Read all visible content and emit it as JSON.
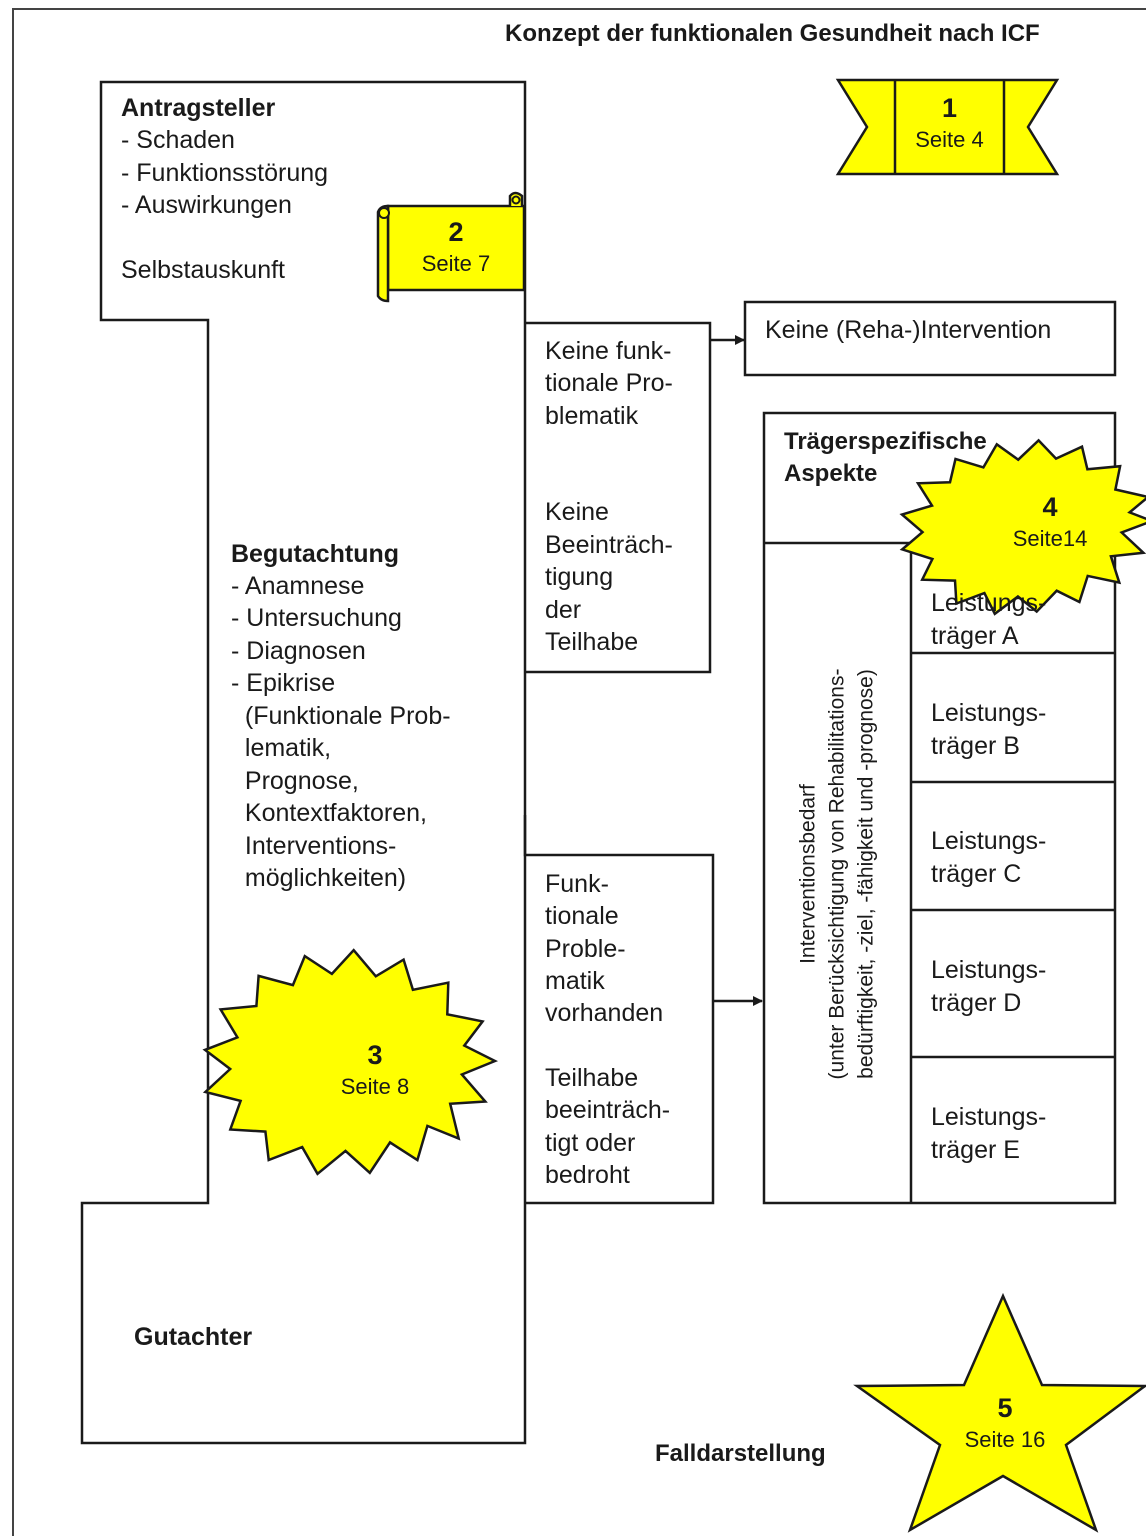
{
  "title": "Konzept der funktionalen Gesundheit nach ICF",
  "antragsteller": {
    "heading": "Antragsteller",
    "lines": [
      "- Schaden",
      "- Funktionsstörung",
      "- Auswirkungen"
    ],
    "selbstauskunft": "Selbstauskunft"
  },
  "begutachtung": {
    "heading": "Begutachtung",
    "lines": [
      "- Anamnese",
      "- Untersuchung",
      "- Diagnosen",
      "- Epikrise",
      "  (Funktionale Prob-",
      "  lematik,",
      "  Prognose,",
      "  Kontextfaktoren,",
      "  Interventions-",
      "  möglichkeiten)"
    ]
  },
  "gutachter": "Gutachter",
  "keine_box": [
    "Keine funk-",
    "tionale Pro-",
    "blematik",
    "",
    "",
    "Keine",
    "Beeinträch-",
    "tigung",
    "der",
    "Teilhabe"
  ],
  "keine_intervention": "Keine (Reha-)Intervention",
  "funktionale_box": [
    "Funk-",
    "tionale",
    "Proble-",
    "matik",
    "vorhanden",
    "",
    "Teilhabe",
    "beeinträch-",
    "tigt oder",
    "bedroht"
  ],
  "traeger_heading": [
    "Trägerspezifische",
    "Aspekte"
  ],
  "interventionsbedarf": [
    "Interventionsbedarf",
    "(unter Berücksichtigung von Rehabilitations-",
    "bedürftigkeit, -ziel, -fähigkeit und -prognose)"
  ],
  "leistungstraeger": [
    [
      "Leistungs-",
      "träger A"
    ],
    [
      "Leistungs-",
      "träger B"
    ],
    [
      "Leistungs-",
      "träger C"
    ],
    [
      "Leistungs-",
      "träger D"
    ],
    [
      "Leistungs-",
      "träger E"
    ]
  ],
  "falldarstellung": "Falldarstellung",
  "badges": [
    {
      "number": "1",
      "page": "Seite 4"
    },
    {
      "number": "2",
      "page": "Seite 7"
    },
    {
      "number": "3",
      "page": "Seite 8"
    },
    {
      "number": "4",
      "page": "Seite14"
    },
    {
      "number": "5",
      "page": "Seite 16"
    }
  ],
  "colors": {
    "badge_fill": "#ffff00",
    "line": "#1a1a1a",
    "frame": "#444444"
  }
}
